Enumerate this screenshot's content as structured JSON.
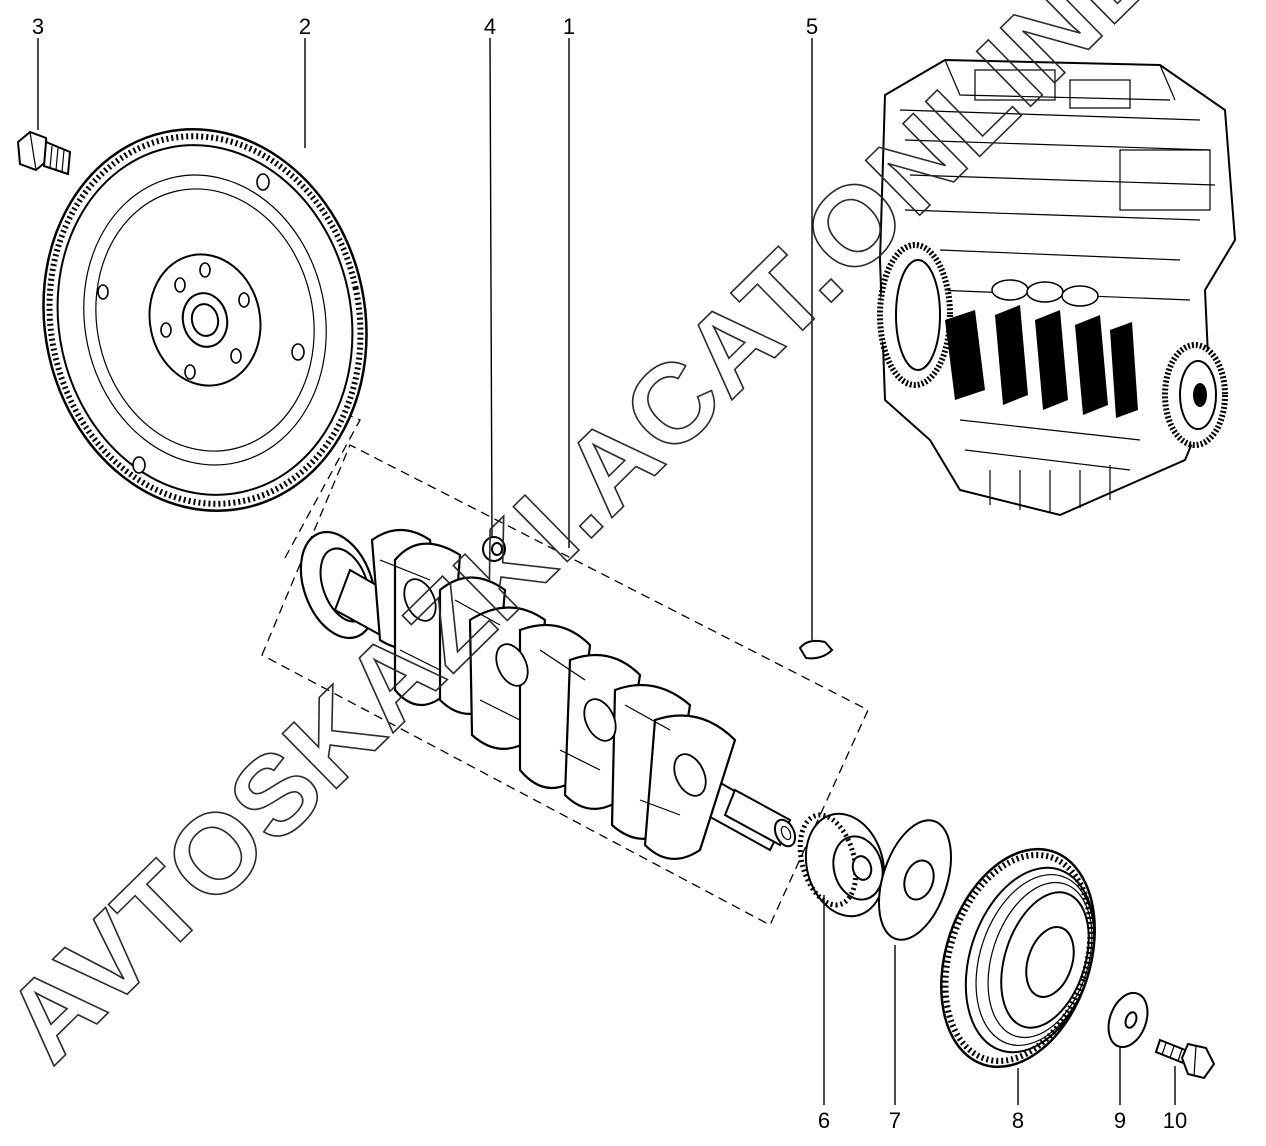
{
  "callouts": {
    "c1": "1",
    "c2": "2",
    "c3": "3",
    "c4": "4",
    "c5": "5",
    "c6": "6",
    "c7": "7",
    "c8": "8",
    "c9": "9",
    "c10": "10"
  },
  "watermark": "AVTOSKAZKI.ACAT.ONLINE"
}
